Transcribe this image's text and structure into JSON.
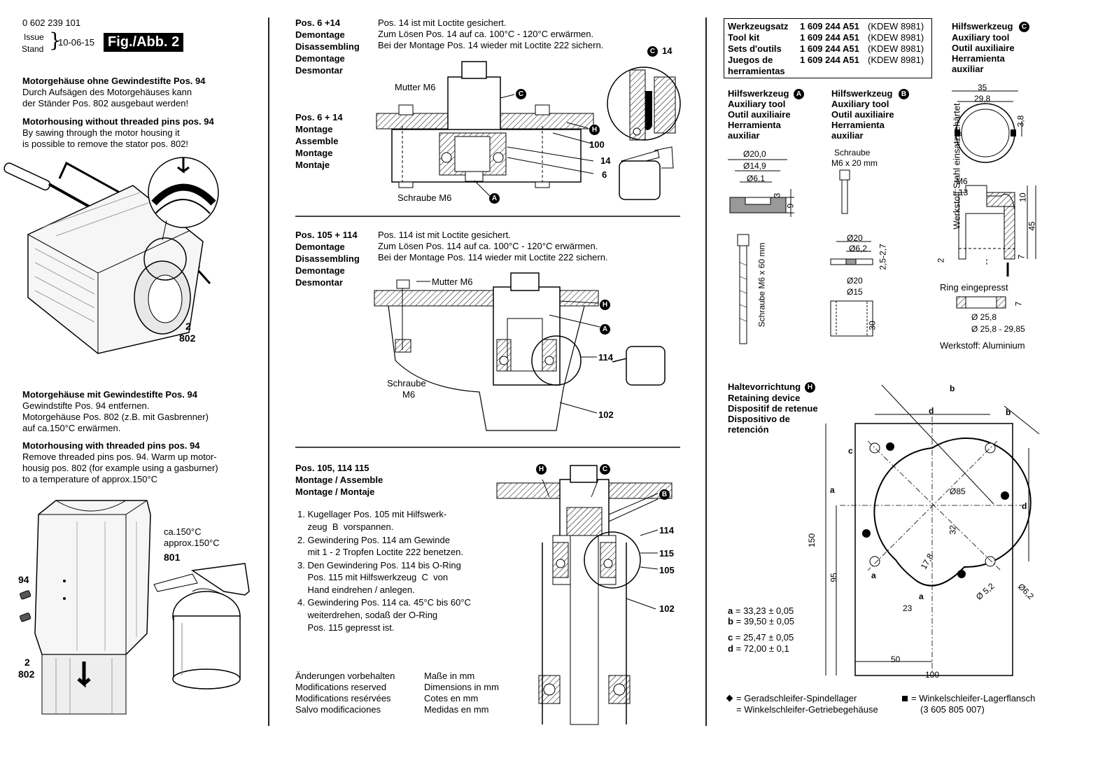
{
  "header": {
    "doc_number": "0 602 239 101",
    "issue_label": "Issue",
    "stand_label": "Stand",
    "date": "10-06-15",
    "fig_label": "Fig./Abb. 2"
  },
  "col1": {
    "s1_title_de": "Motorgehäuse ohne Gewindestifte Pos. 94",
    "s1_line1": "Durch Aufsägen des Motorgehäuses kann",
    "s1_line2": "der Ständer Pos. 802 ausgebaut werden!",
    "s1_title_en": "Motorhousing without threaded pins pos. 94",
    "s1_en1": "By sawing through the motor housing it",
    "s1_en2": "is possible to remove the stator pos. 802!",
    "img1_lbl_a": "2",
    "img1_lbl_b": "802",
    "s2_title_de": "Motorgehäuse mit Gewindestifte Pos. 94",
    "s2_l1": "Gewindstifte Pos. 94 entfernen.",
    "s2_l2": "Motorgehäuse Pos. 802 (z.B. mit Gasbrenner)",
    "s2_l3": "auf ca.150°C erwärmen.",
    "s2_title_en": "Motorhousing with threaded pins pos. 94",
    "s2_en1": "Remove threaded pins pos. 94. Warm up motor-",
    "s2_en2": "housig pos. 802 (for example using a gasburner)",
    "s2_en3": "to a temperature of approx.150°C",
    "temp_de": "ca.150°C",
    "temp_en": "approx.150°C",
    "lbl_801": "801",
    "lbl_94": "94",
    "lbl_2": "2",
    "lbl_802": "802"
  },
  "col2": {
    "b1_pos": "Pos. 6 +14",
    "b1_h": [
      "Demontage",
      "Disassembling",
      "Demontage",
      "Desmontar"
    ],
    "b1_t1": "Pos. 14 ist mit Loctite gesichert.",
    "b1_t2": "Zum Lösen Pos. 14 auf ca. 100°C - 120°C erwärmen.",
    "b1_t3": "Bei der Montage Pos. 14 wieder mit Loctite 222 sichern.",
    "b1_pos2": "Pos. 6 + 14",
    "b1_h2": [
      "Montage",
      "Assemble",
      "Montage",
      "Montaje"
    ],
    "b1_mutter": "Mutter M6",
    "b1_schraube": "Schraube M6",
    "b1_100": "100",
    "b1_14": "14",
    "b1_6": "6",
    "b1_c14": "14",
    "b2_pos": "Pos. 105 + 114",
    "b2_h": [
      "Demontage",
      "Disassembling",
      "Demontage",
      "Desmontar"
    ],
    "b2_t1": "Pos. 114 ist mit Loctite gesichert.",
    "b2_t2": "Zum Lösen Pos. 114 auf ca. 100°C - 120°C  erwärmen.",
    "b2_t3": "Bei der Montage Pos. 114 wieder mit Loctite 222 sichern.",
    "b2_mutter": "Mutter M6",
    "b2_schraube1": "Schraube",
    "b2_schraube2": "M6",
    "b2_114": "114",
    "b2_102": "102",
    "b3_pos": "Pos. 105, 114  115",
    "b3_h1": "Montage / Assemble",
    "b3_h2": "Montage / Montaje",
    "steps": [
      "1. Kugellager Pos. 105 mit Hilfswerk-",
      "    zeug  B  vorspannen.",
      "2. Gewindering Pos. 114 am Gewinde",
      "    mit 1 - 2 Tropfen Loctite 222 benetzen.",
      "3. Den Gewindering Pos. 114 bis O-Ring",
      "    Pos. 115 mit Hilfswerkzeug  C  von",
      "    Hand eindrehen / anlegen.",
      "4. Gewindering Pos. 114 ca. 45°C bis 60°C",
      "    weiterdrehen, sodaß der O-Ring",
      "    Pos. 115 gepresst ist."
    ],
    "b3_114": "114",
    "b3_115": "115",
    "b3_105": "105",
    "b3_102": "102",
    "footer_left": [
      "Änderungen vorbehalten",
      "Modifications reserved",
      "Modifications resérvées",
      "Salvo modificaciones"
    ],
    "footer_right": [
      "Maße in mm",
      "Dimensions in mm",
      "Cotes en mm",
      "Medidas en mm"
    ]
  },
  "col3": {
    "kit_rows": [
      {
        "label": "Werkzeugsatz",
        "num": "1 609 244 A51",
        "code": "(KDEW 8981)"
      },
      {
        "label": "Tool kit",
        "num": "1 609 244 A51",
        "code": "(KDEW 8981)"
      },
      {
        "label": "Sets d'outils",
        "num": "1 609 244 A51",
        "code": "(KDEW 8981)"
      },
      {
        "label": "Juegos de",
        "num": "1 609 244 A51",
        "code": "(KDEW 8981)"
      },
      {
        "label": "herramientas",
        "num": "",
        "code": ""
      }
    ],
    "tool_c": [
      "Hilfswerkzeug",
      "Auxiliary tool",
      "Outil auxiliaire",
      "Herramienta",
      "auxiliar"
    ],
    "tool_a": [
      "Hilfswerkzeug",
      "Auxiliary tool",
      "Outil auxiliaire",
      "Herramienta",
      "auxiliar"
    ],
    "tool_b": [
      "Hilfswerkzeug",
      "Auxiliary tool",
      "Outil auxiliaire",
      "Herramienta",
      "auxiliar"
    ],
    "dims_a": [
      "Ø20,0",
      "Ø14,9",
      "Ø6,1",
      "3",
      "9"
    ],
    "screw_a": "Schraube M6 x 60 mm",
    "screw_b1": "Schraube",
    "screw_b2": "M6 x 20 mm",
    "dims_b": [
      "Ø20",
      "Ø6,2",
      "2,5-2,7",
      "Ø20",
      "Ø15",
      "30"
    ],
    "dims_c": [
      "35",
      "29,8",
      "3,8",
      "M6",
      "13",
      "10",
      "45",
      "2",
      "7"
    ],
    "werkstoff_stahl": "Werkstoff:Stahl einsatzgehärtet",
    "ring": "Ring eingepresst",
    "dims_ring": [
      "7",
      "Ø 25,8",
      "Ø 25,8 - 29,85"
    ],
    "werkstoff_alu": "Werkstoff: Aluminium",
    "holder": [
      "Haltevorrichtung",
      "Retaining device",
      "Dispositif de retenue",
      "Dispositivo de",
      "retención"
    ],
    "plate_dims": [
      "b",
      "d",
      "b",
      "c",
      "a",
      "Ø85",
      "d",
      "32",
      "a",
      "a",
      "17,8",
      "23",
      "Ø 5,2",
      "Ø6,2",
      "150",
      "95",
      "50",
      "100"
    ],
    "tolerances": [
      {
        "k": "a",
        "v": "= 33,23 ± 0,05"
      },
      {
        "k": "b",
        "v": "= 39,50 ± 0,05"
      },
      {
        "k": "c",
        "v": "= 25,47 ± 0,05"
      },
      {
        "k": "d",
        "v": "= 72,00 ± 0,1"
      }
    ],
    "legend_diamond1": "= Geradschleifer-Spindellager",
    "legend_diamond2": "= Winkelschleifer-Getriebegehäuse",
    "legend_square1": "= Winkelschleifer-Lagerflansch",
    "legend_square2": "(3 605 805 007)"
  },
  "badges": {
    "A": "A",
    "B": "B",
    "C": "C",
    "H": "H"
  }
}
